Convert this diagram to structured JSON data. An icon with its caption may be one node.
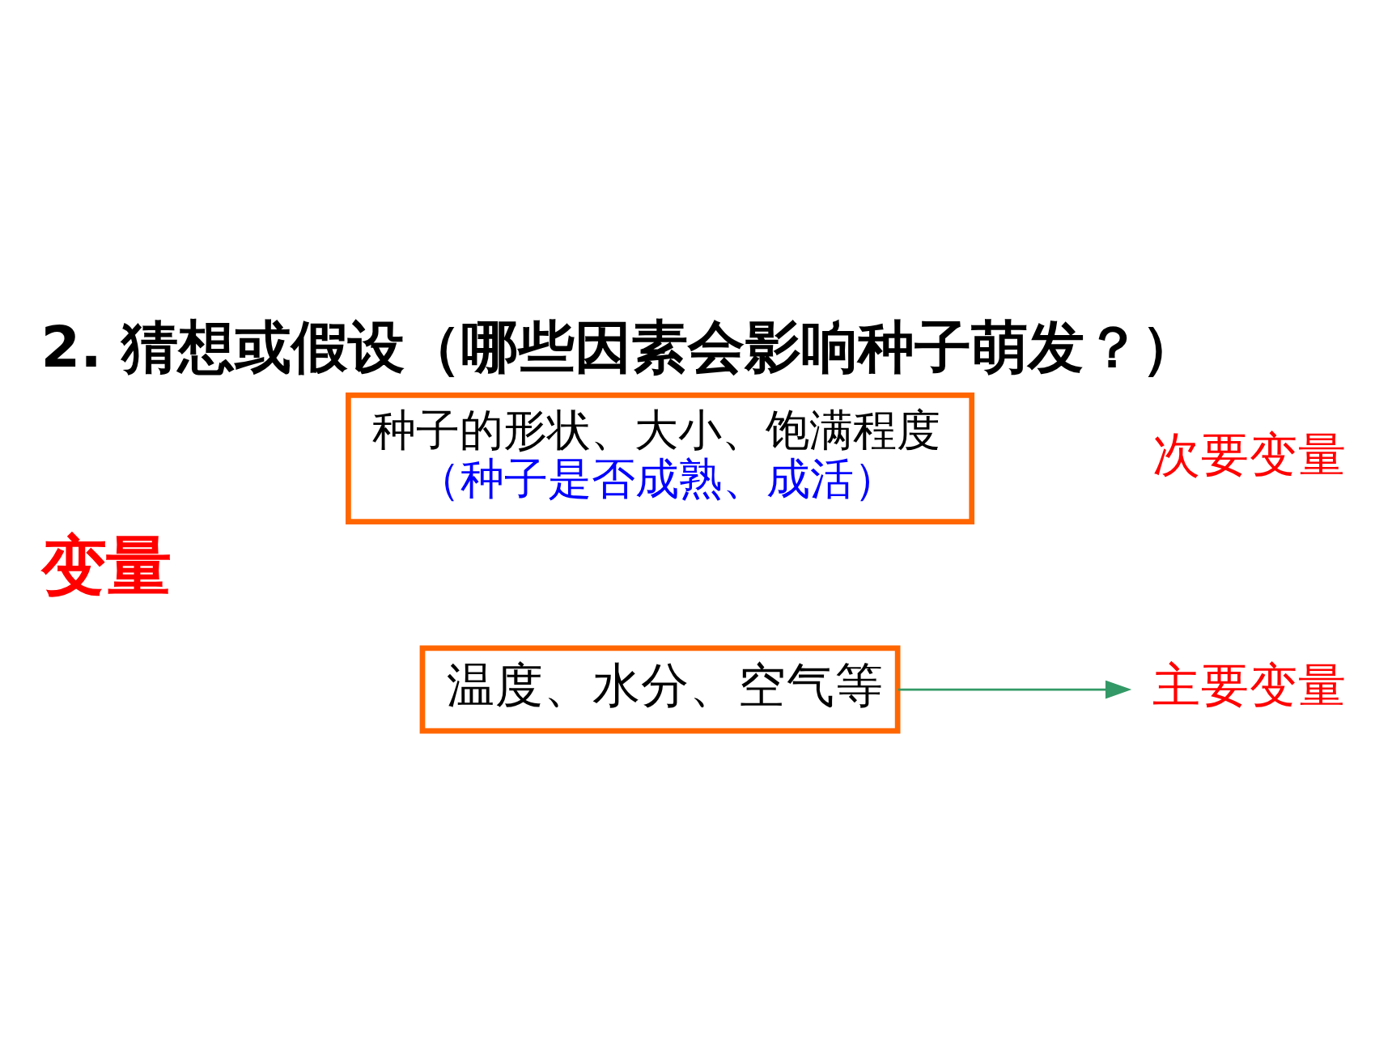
{
  "diagram": {
    "title": "2. 猜想或假设（哪些因素会影响种子萌发？）",
    "nodes": [
      {
        "text": [
          "种子的形状、大小、饱满程度",
          "（种子是否成熟、成活）"
        ],
        "beside": [
          "次要变量"
        ]
      },
      {
        "text": [
          "温度、水分、空气等"
        ]
      },
      {
        "text": [
          "主要变量"
        ]
      }
    ],
    "edges": [
      {
        "from": 1,
        "to": 2,
        "arrow": "to",
        "color": "#339966"
      }
    ],
    "labels": [
      "变量"
    ]
  }
}
